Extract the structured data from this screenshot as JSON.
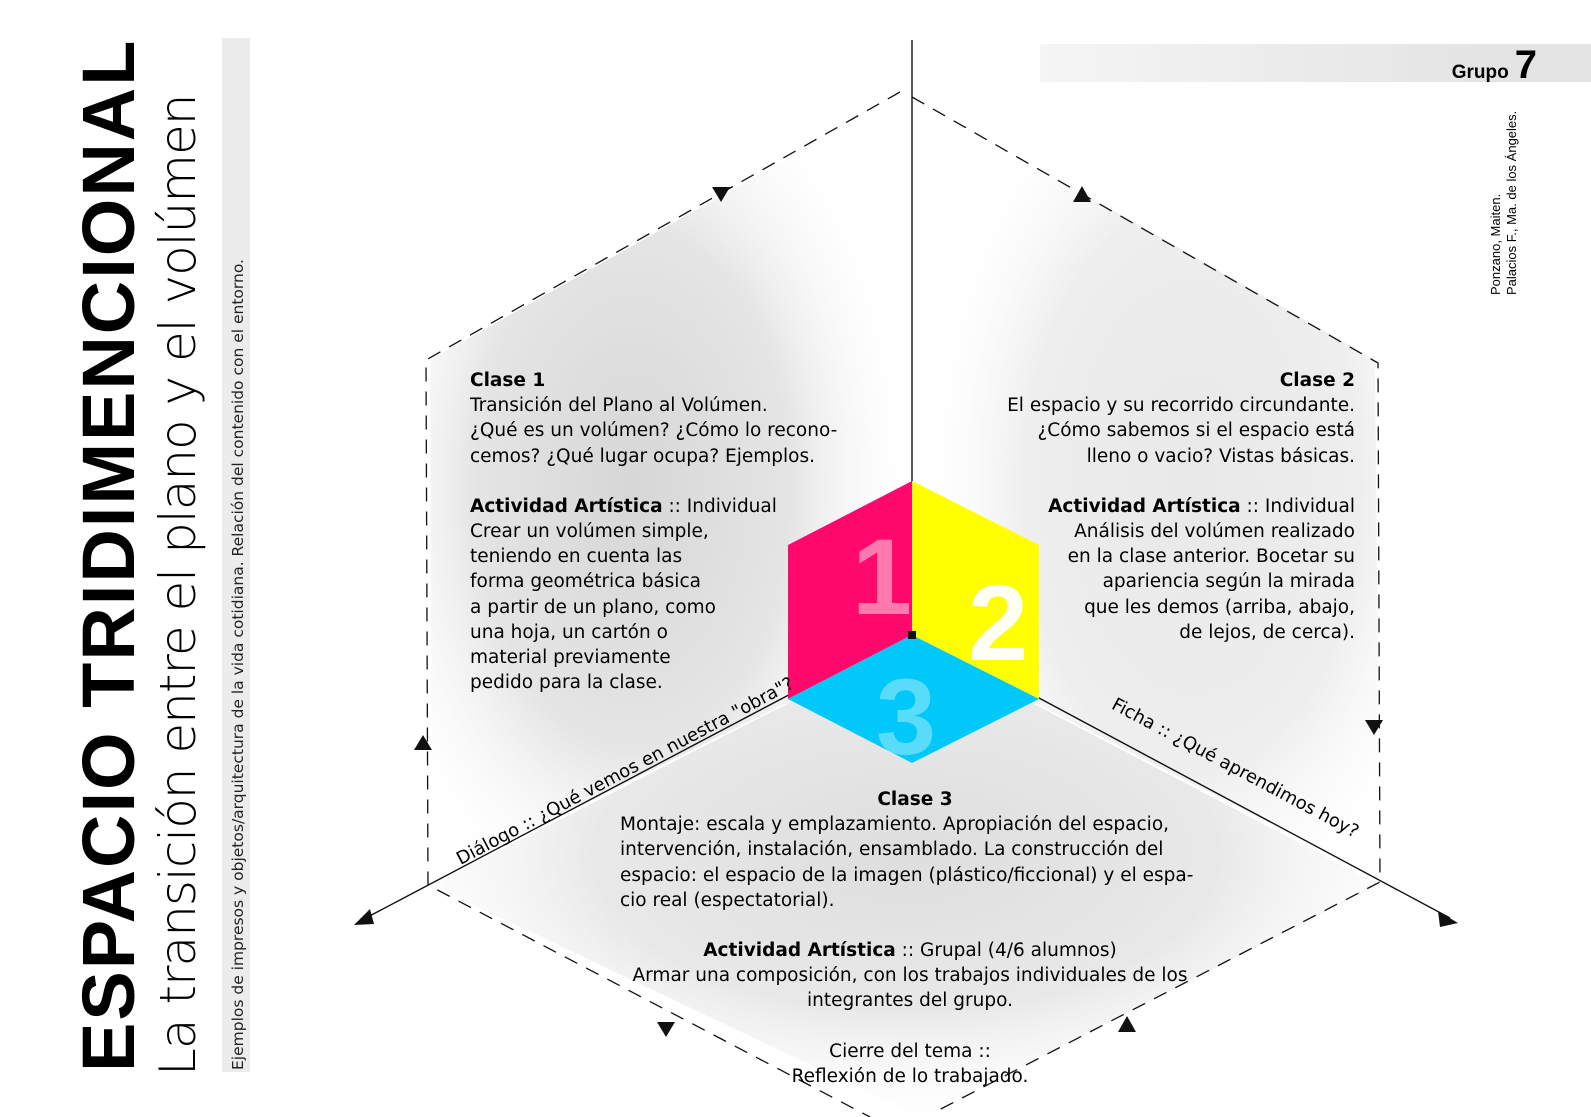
{
  "title": {
    "main": "ESPACIO TRIDIMENCIONAL",
    "subtitle": "La transición entre el plano y el volúmen",
    "description": "Ejemplos de impresos y objetos/arquitectura de la vida cotidiana. Relación del contenido con el entorno."
  },
  "group": {
    "label": "Grupo",
    "number": "7"
  },
  "authors": [
    "Ponzano, Maiten.",
    "Palacios F., Ma. de los Ángeles."
  ],
  "classes": [
    {
      "heading": "Clase 1",
      "lines": [
        "Transición del Plano al Volúmen.",
        "¿Qué es un volúmen? ¿Cómo lo recono-",
        "cemos? ¿Qué lugar ocupa? Ejemplos."
      ],
      "activity_label": "Actividad Artística",
      "activity_mode": " :: Individual",
      "activity_lines": [
        "Crear un volúmen simple,",
        "teniendo en cuenta las",
        "forma geométrica básica",
        "a partir de un plano, como",
        "una hoja, un cartón o",
        "material previamente",
        "pedido para la clase."
      ]
    },
    {
      "heading": "Clase 2",
      "lines": [
        "El espacio y su recorrido circundante.",
        "¿Cómo sabemos si el espacio está",
        "lleno o vacio? Vistas básicas."
      ],
      "activity_label": "Actividad Artística",
      "activity_mode": " :: Individual",
      "activity_lines": [
        "Análisis del volúmen realizado",
        "en la clase anterior. Bocetar su",
        "apariencia según la mirada",
        "que les demos  (arriba, abajo,",
        "de lejos, de cerca)."
      ]
    },
    {
      "heading": "Clase 3",
      "lines": [
        "Montaje: escala y emplazamiento. Apropiación del espacio,",
        "intervención, instalación, ensamblado. La construcción del",
        "espacio: el espacio de la imagen (plástico/ficcional) y el espa-",
        "cio real (espectatorial)."
      ],
      "activity_label": "Actividad Artística",
      "activity_mode": " :: Grupal (4/6 alumnos)",
      "activity_lines": [
        "Armar una composición, con los trabajos individuales de los",
        "integrantes del grupo."
      ],
      "closing_lines": [
        "Cierre del tema ::",
        "Reflexión de lo trabajado."
      ]
    }
  ],
  "axis_labels": {
    "left": "Diálogo :: ¿Qué vemos en nuestra \"obra\"?",
    "right": "Ficha :: ¿Qué aprendimos hoy?"
  },
  "cube": {
    "faces": [
      {
        "number": "1",
        "color": "#ff0a6c"
      },
      {
        "number": "2",
        "color": "#ffff00"
      },
      {
        "number": "3",
        "color": "#00c8f8"
      }
    ]
  },
  "colors": {
    "line": "#111111",
    "shadow": "#d6d6d6"
  }
}
